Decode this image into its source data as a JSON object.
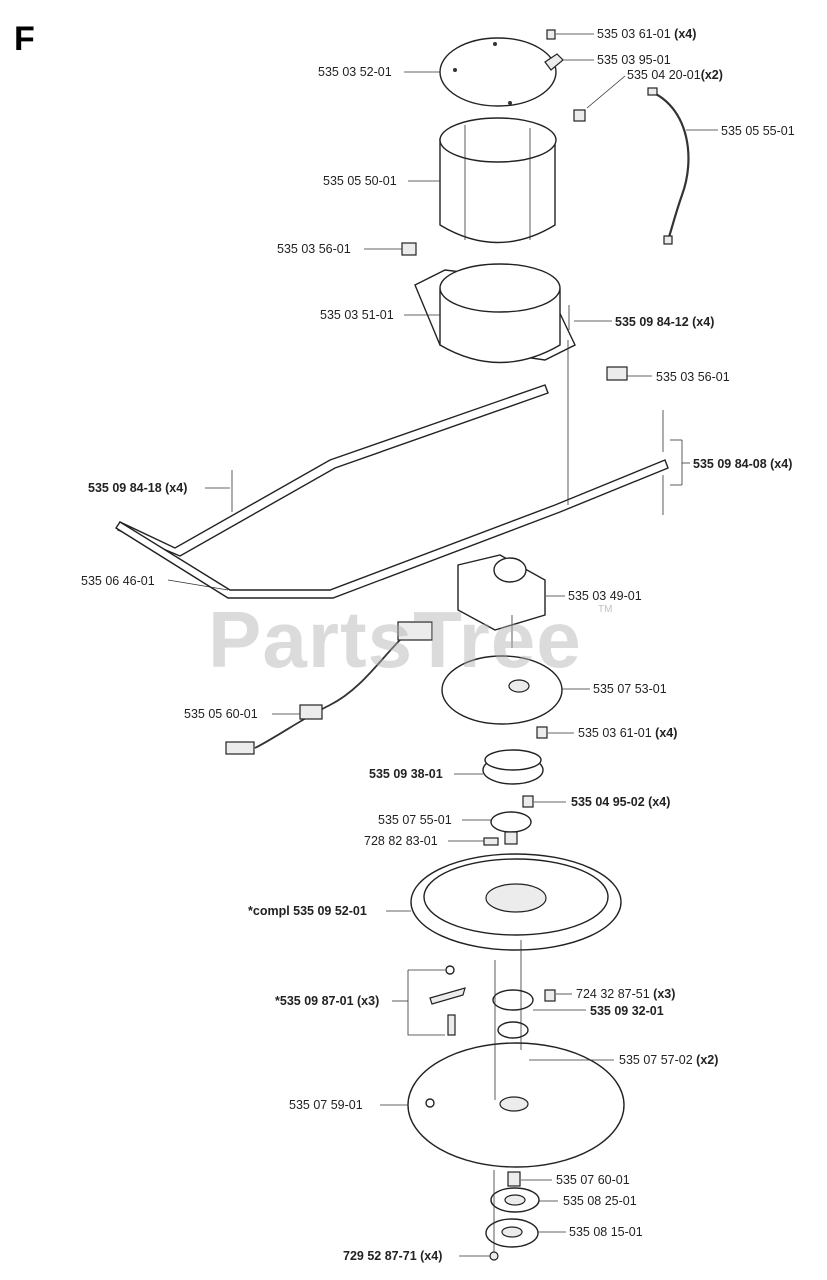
{
  "section_letter": "F",
  "watermark": "PartsTree",
  "watermark_tm": "TM",
  "labels": [
    {
      "id": "l1",
      "num": "535 03 61-01",
      "qty": "(x4)",
      "bold": false
    },
    {
      "id": "l2",
      "num": "535 03 95-01",
      "qty": "",
      "bold": false
    },
    {
      "id": "l3",
      "num": "535 03 52-01",
      "qty": "",
      "bold": false
    },
    {
      "id": "l4",
      "num": "535 04 20-01",
      "qty": "(x2)",
      "bold": false
    },
    {
      "id": "l5",
      "num": "535 05 55-01",
      "qty": "",
      "bold": false
    },
    {
      "id": "l6",
      "num": "535 05 50-01",
      "qty": "",
      "bold": false
    },
    {
      "id": "l7",
      "num": "535 03 56-01",
      "qty": "",
      "bold": false
    },
    {
      "id": "l8",
      "num": "535 03 51-01",
      "qty": "",
      "bold": false
    },
    {
      "id": "l9",
      "num": "535 09 84-12 (x4)",
      "qty": "",
      "bold": true
    },
    {
      "id": "l10",
      "num": "535 03 56-01",
      "qty": "",
      "bold": false
    },
    {
      "id": "l11",
      "num": "535 09 84-08 (x4)",
      "qty": "",
      "bold": true
    },
    {
      "id": "l12",
      "num": "535 09 84-18 (x4)",
      "qty": "",
      "bold": true
    },
    {
      "id": "l13",
      "num": "535 06 46-01",
      "qty": "",
      "bold": false
    },
    {
      "id": "l14",
      "num": "535 03 49-01",
      "qty": "",
      "bold": false
    },
    {
      "id": "l15",
      "num": "535 07 53-01",
      "qty": "",
      "bold": false
    },
    {
      "id": "l16",
      "num": "535 05 60-01",
      "qty": "",
      "bold": false
    },
    {
      "id": "l17",
      "num": "535 03 61-01",
      "qty": "(x4)",
      "bold": false
    },
    {
      "id": "l18",
      "num": "535 09 38-01",
      "qty": "",
      "bold": true
    },
    {
      "id": "l19",
      "num": "535 04 95-02 (x4)",
      "qty": "",
      "bold": true
    },
    {
      "id": "l20",
      "num": "535 07 55-01",
      "qty": "",
      "bold": false
    },
    {
      "id": "l21",
      "num": "728 82 83-01",
      "qty": "",
      "bold": false
    },
    {
      "id": "l22",
      "num": "*compl 535 09 52-01",
      "qty": "",
      "bold": true
    },
    {
      "id": "l23",
      "num": "724 32 87-51",
      "qty": "(x3)",
      "bold": false
    },
    {
      "id": "l24",
      "num": "*535 09 87-01 (x3)",
      "qty": "",
      "bold": true
    },
    {
      "id": "l25",
      "num": "535 09 32-01",
      "qty": "",
      "bold": true
    },
    {
      "id": "l26",
      "num": "535 07 57-02",
      "qty": "(x2)",
      "bold": false
    },
    {
      "id": "l27",
      "num": "535 07 59-01",
      "qty": "",
      "bold": false
    },
    {
      "id": "l28",
      "num": "535 07 60-01",
      "qty": "",
      "bold": false
    },
    {
      "id": "l29",
      "num": "535 08 25-01",
      "qty": "",
      "bold": false
    },
    {
      "id": "l30",
      "num": "535 08 15-01",
      "qty": "",
      "bold": false
    },
    {
      "id": "l31",
      "num": "729 52 87-71 (x4)",
      "qty": "",
      "bold": true
    }
  ]
}
